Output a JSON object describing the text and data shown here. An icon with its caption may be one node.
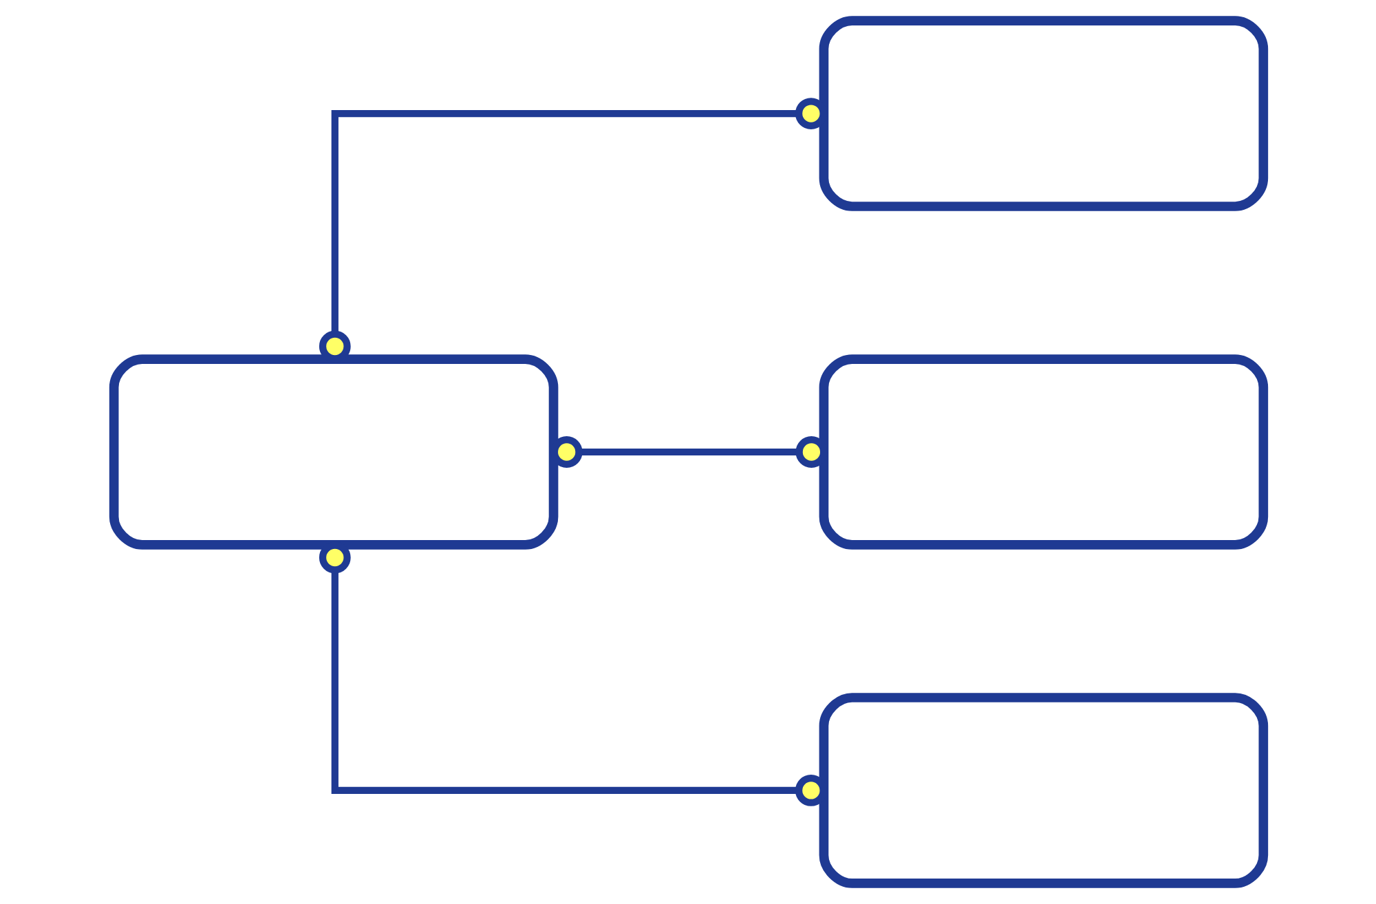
{
  "diagram": {
    "nodes": [
      {
        "text": [],
        "shape": "box"
      },
      {
        "text": [],
        "shape": "box"
      },
      {
        "text": [],
        "shape": "box"
      },
      {
        "text": [],
        "shape": "box"
      }
    ],
    "edges": [
      {
        "from": 0,
        "to": 1,
        "arrow": "other"
      },
      {
        "from": 0,
        "to": 2,
        "arrow": "other"
      },
      {
        "from": 0,
        "to": 3,
        "arrow": "other"
      }
    ]
  }
}
